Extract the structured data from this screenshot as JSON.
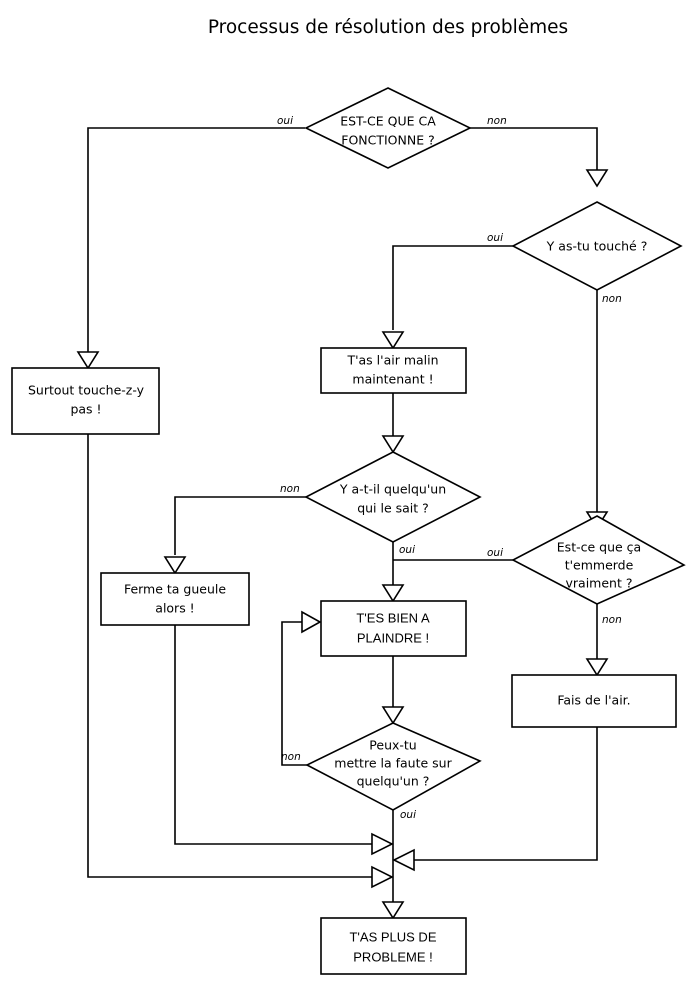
{
  "title": "Processus de résolution des problèmes",
  "nodes": {
    "d1": {
      "type": "decision",
      "line1": "EST-CE QUE CA",
      "line2": "FONCTIONNE ?"
    },
    "d2": {
      "type": "decision",
      "line1": "Y as-tu touché ?"
    },
    "b1": {
      "type": "process",
      "line1": "Surtout touche-z-y",
      "line2": "pas !"
    },
    "b2": {
      "type": "process",
      "line1": "T'as l'air malin",
      "line2": "maintenant !"
    },
    "d3": {
      "type": "decision",
      "line1": "Y a-t-il quelqu'un",
      "line2": "qui le sait ?"
    },
    "d4": {
      "type": "decision",
      "line1": "Est-ce que ça",
      "line2": "t'emmerde",
      "line3": "vraiment ?"
    },
    "b3": {
      "type": "process",
      "line1": "Ferme ta gueule",
      "line2": "alors !"
    },
    "b4": {
      "type": "process",
      "line1": "T'ES BIEN A",
      "line2": "PLAINDRE !"
    },
    "b5": {
      "type": "process",
      "line1": "Fais de l'air."
    },
    "d5": {
      "type": "decision",
      "line1": "Peux-tu",
      "line2": "mettre la faute sur",
      "line3": "quelqu'un ?"
    },
    "b6": {
      "type": "process",
      "line1": "T'AS PLUS DE",
      "line2": "PROBLEME !"
    }
  },
  "edge_labels": {
    "d1_oui": "oui",
    "d1_non": "non",
    "d2_oui": "oui",
    "d2_non": "non",
    "d3_non": "non",
    "d3_oui": "oui",
    "d4_oui": "oui",
    "d4_non": "non",
    "d5_non": "non",
    "d5_oui": "oui"
  },
  "colors": {
    "stroke": "#000000",
    "fill": "#ffffff",
    "background": "#ffffff"
  }
}
